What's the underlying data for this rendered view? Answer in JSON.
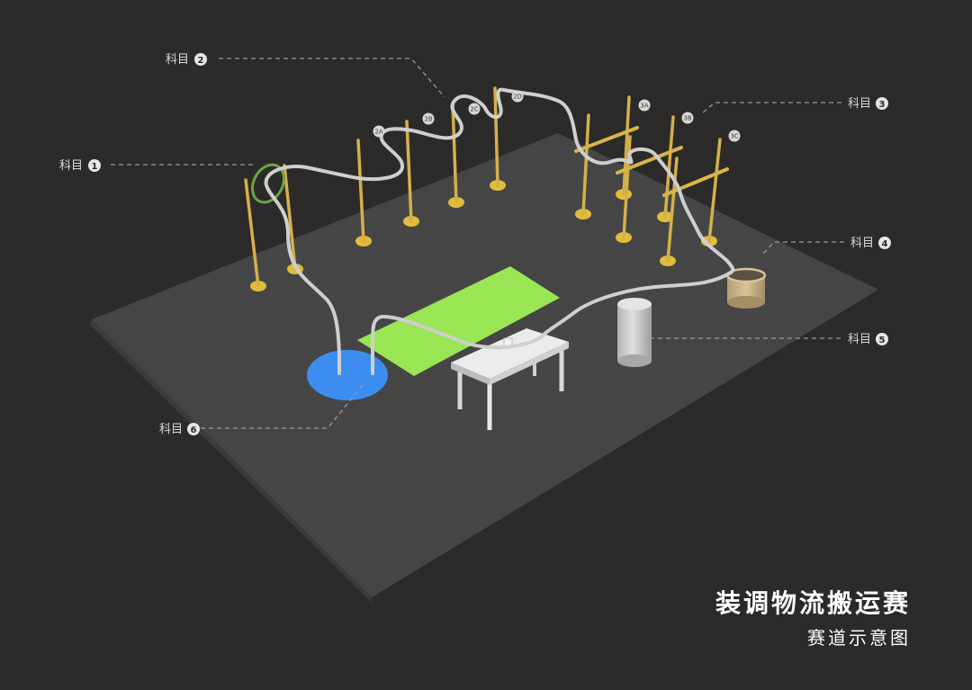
{
  "title": "装调物流搬运赛",
  "subtitle": "赛道示意图",
  "labels": {
    "item1": "科目",
    "item2": "科目",
    "item3": "科目",
    "item4": "科目",
    "item5": "科目",
    "item6": "科目"
  },
  "label_numbers": {
    "item1": "1",
    "item2": "2",
    "item3": "3",
    "item4": "4",
    "item5": "5",
    "item6": "6"
  },
  "tags": {
    "t2a": "2A",
    "t2b": "2B",
    "t2c": "2C",
    "t2d": "2D",
    "t3a": "3A",
    "t3b": "3B",
    "t3c": "3C"
  },
  "colors": {
    "background": "#2b2a29",
    "floor": "#444444",
    "green_zone": "#9be655",
    "blue_zone": "#3b8ef0",
    "poles": "#d4b04a",
    "ring": "#6aa544",
    "wire": "#cfcfcf",
    "table": "#e6e6e6",
    "cylinder": "#d0d0d0",
    "basket": "#cbb68f"
  }
}
